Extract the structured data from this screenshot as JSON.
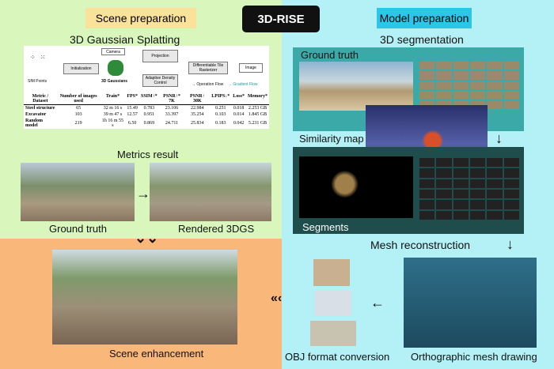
{
  "title": "3D-RISE",
  "scene_prep": {
    "header": "Scene preparation",
    "subtitle": "3D Gaussian Splatting",
    "metrics_label": "Metrics result",
    "gt_label": "Ground truth",
    "rendered_label": "Rendered 3DGS"
  },
  "flow": {
    "sfm": "SfM Points",
    "init": "Initialization",
    "camera": "Camera",
    "gaussians": "3D Gaussians",
    "projection": "Projection",
    "adc": "Adaptive Density Control",
    "raster": "Differentiable Tile Rasterizer",
    "image": "Image",
    "op_flow": "Operation Flow",
    "grad_flow": "Gradient Flow"
  },
  "table": {
    "headers": [
      "Metric / Dataset",
      "Number of images used",
      "Train*",
      "FPS*",
      "SSIM↑*",
      "PSNR↑* 7K",
      "PSNR↑ 30K",
      "LPIPS↓*",
      "Loss*",
      "Memory*"
    ],
    "rows": [
      [
        "Steel structure",
        "65",
        "32 m 16 s",
        "15.49",
        "0.783",
        "23.106",
        "22.984",
        "0.251",
        "0.018",
        "2.253 GB"
      ],
      [
        "Excavator",
        "103",
        "39 m 47 s",
        "12.57",
        "0.951",
        "33.397",
        "35.254",
        "0.103",
        "0.014",
        "1.845 GB"
      ],
      [
        "Random model",
        "219",
        "1h 16 m 55 s",
        "6.50",
        "0.869",
        "24.711",
        "25.834",
        "0.183",
        "0.042",
        "5.231 GB"
      ]
    ]
  },
  "enhance": {
    "label": "Scene enhancement"
  },
  "model_prep": {
    "header": "Model preparation",
    "subtitle": "3D segmentation",
    "ground_truth": "Ground truth",
    "similarity": "Similarity map",
    "segments": "Segments",
    "mesh": "Mesh reconstruction",
    "ortho": "Orthographic mesh drawing",
    "obj": "OBJ format conversion"
  },
  "colors": {
    "green": "#d9f7bc",
    "orange": "#f9b77a",
    "cyan": "#b4f1f7",
    "teal": "#3aa9a8",
    "yellow": "#fbe29a",
    "blue": "#2bc7ea"
  }
}
